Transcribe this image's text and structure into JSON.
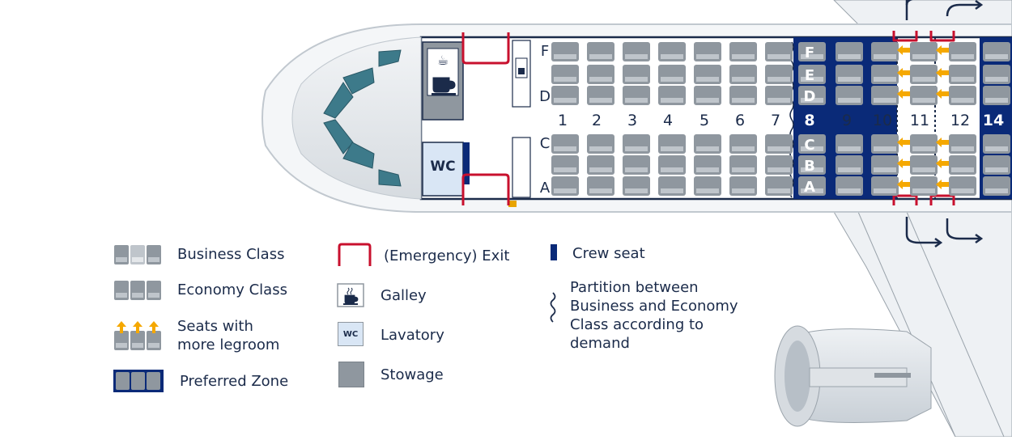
{
  "cabin": {
    "rows": [
      "1",
      "2",
      "3",
      "4",
      "5",
      "6",
      "7",
      "8",
      "9",
      "10",
      "11",
      "12",
      "14"
    ],
    "upper_seat_letters": [
      "F",
      "E",
      "D"
    ],
    "lower_seat_letters": [
      "C",
      "B",
      "A"
    ],
    "front_upper_letters": [
      "F",
      "D"
    ],
    "front_lower_letters": [
      "C",
      "A"
    ],
    "lavatory_label": "WC"
  },
  "legend": {
    "business": "Business Class",
    "economy": "Economy Class",
    "legroom_line1": "Seats with",
    "legroom_line2": "more legroom",
    "preferred": "Preferred Zone",
    "exit": "(Emergency) Exit",
    "galley": "Galley",
    "lavatory": "Lavatory",
    "lavatory_icon": "WC",
    "stowage": "Stowage",
    "crew": "Crew seat",
    "partition_line1": "Partition between",
    "partition_line2": "Business and Economy",
    "partition_line3": "Class according to",
    "partition_line4": "demand"
  },
  "colors": {
    "seat": "#8f979f",
    "seat_light": "#bfc5cb",
    "preferred": "#0a2a78",
    "exit": "#c8102e",
    "arrow": "#f5a800",
    "text": "#1b2b4a",
    "fuselage_outline": "#1b2b4a",
    "lavatory": "#d9e6f5"
  }
}
